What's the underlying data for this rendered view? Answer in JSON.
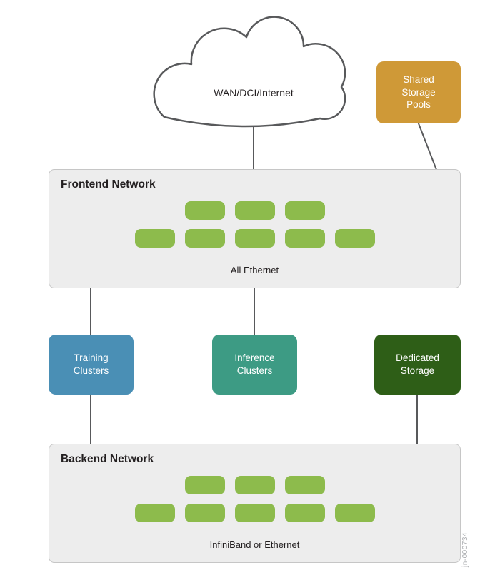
{
  "diagram": {
    "cloud": {
      "label": "WAN/DCI/Internet"
    },
    "shared_storage": {
      "label": "Shared\nStorage\nPools"
    },
    "frontend": {
      "title": "Frontend Network",
      "sublabel": "All Ethernet",
      "pill_rows": [
        3,
        5
      ]
    },
    "clusters": {
      "training": {
        "label": "Training\nClusters"
      },
      "inference": {
        "label": "Inference\nClusters"
      },
      "dedicated": {
        "label": "Dedicated\nStorage"
      }
    },
    "backend": {
      "title": "Backend Network",
      "sublabel": "InfiniBand or Ethernet",
      "pill_rows": [
        3,
        5
      ]
    },
    "watermark": "jn-000734",
    "colors": {
      "node_green": "#8dbb4c",
      "shared_storage_orange": "#cf9937",
      "training_blue": "#4a8fb5",
      "inference_teal": "#3d9b84",
      "dedicated_green": "#2e5e17",
      "panel_gray": "#ededed",
      "panel_border": "#c6c6c6",
      "line_gray": "#58595b"
    }
  }
}
